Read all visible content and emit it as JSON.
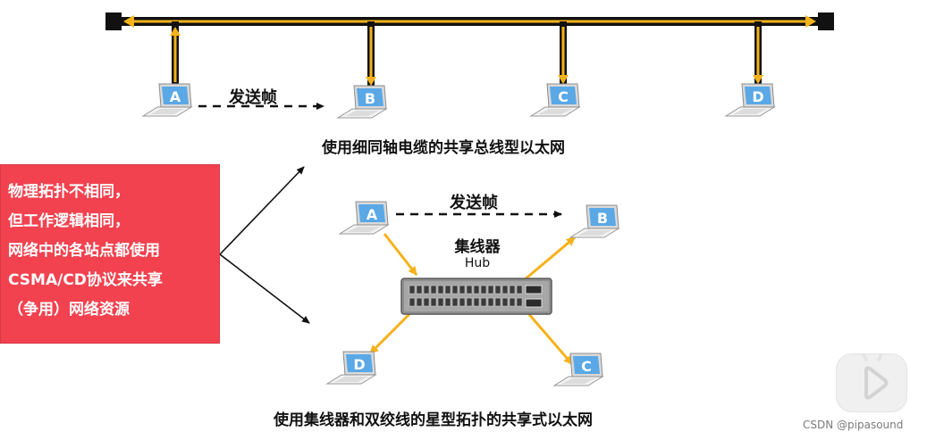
{
  "bus": {
    "caption": "使用细同轴电缆的共享总线型以太网",
    "frame_label": "发送帧",
    "stations": [
      "A",
      "B",
      "C",
      "D"
    ]
  },
  "star": {
    "caption": "使用集线器和双绞线的星型拓扑的共享式以太网",
    "frame_label": "发送帧",
    "hub_title": "集线器",
    "hub_subtitle": "Hub",
    "stations": [
      "A",
      "B",
      "C",
      "D"
    ]
  },
  "note": {
    "lines": [
      "物理拓扑不相同，",
      "但工作逻辑相同，",
      "网络中的各站点都使用",
      "CSMA/CD协议来共享",
      "（争用）网络资源"
    ]
  },
  "watermark": "CSDN @pipasound",
  "colors": {
    "signal": "#f5b21b",
    "note_bg": "#f2424f",
    "screen": "#5aa8e6",
    "hub_body": "#9a9a9a"
  }
}
